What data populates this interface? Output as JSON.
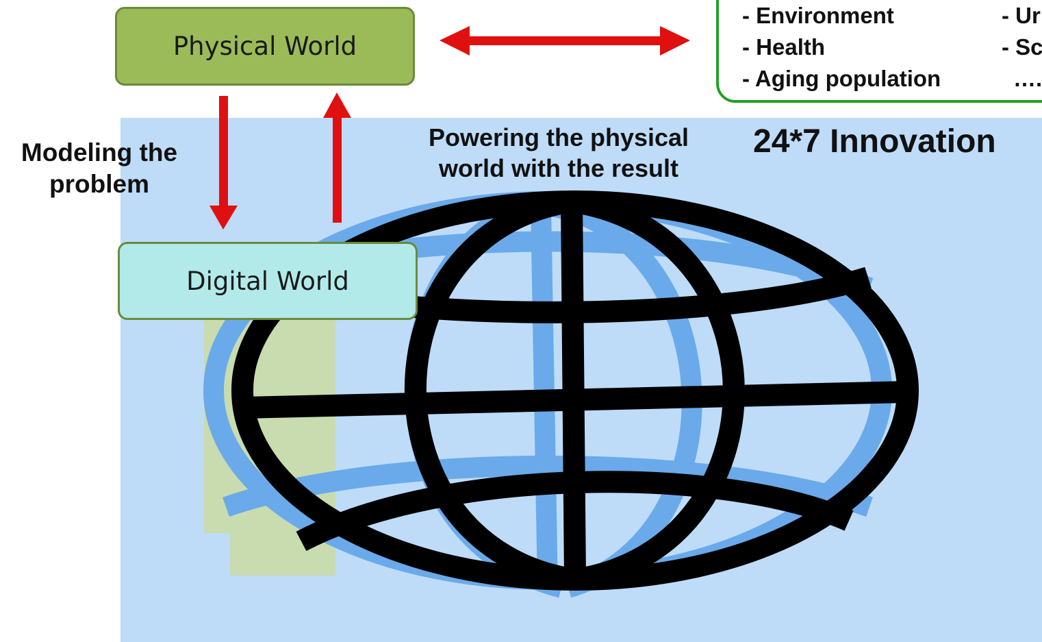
{
  "boxes": {
    "physical": "Physical World",
    "digital": "Digital World"
  },
  "labels": {
    "modeling_line1": "Modeling the",
    "modeling_line2": "problem",
    "powering_line1": "Powering the physical",
    "powering_line2": "world with the result",
    "innovation": "24*7 Innovation"
  },
  "challenges": {
    "left": [
      "- Environment",
      "- Health",
      "- Aging population"
    ],
    "right": [
      "- Ur",
      "- Sc",
      "…."
    ]
  },
  "colors": {
    "arrow": "#e01010",
    "physical_box": "#9bbb59",
    "digital_box": "#b2eaea",
    "challenge_border": "#22a022",
    "globe_dark": "#000000",
    "globe_light": "#6aaaea"
  }
}
